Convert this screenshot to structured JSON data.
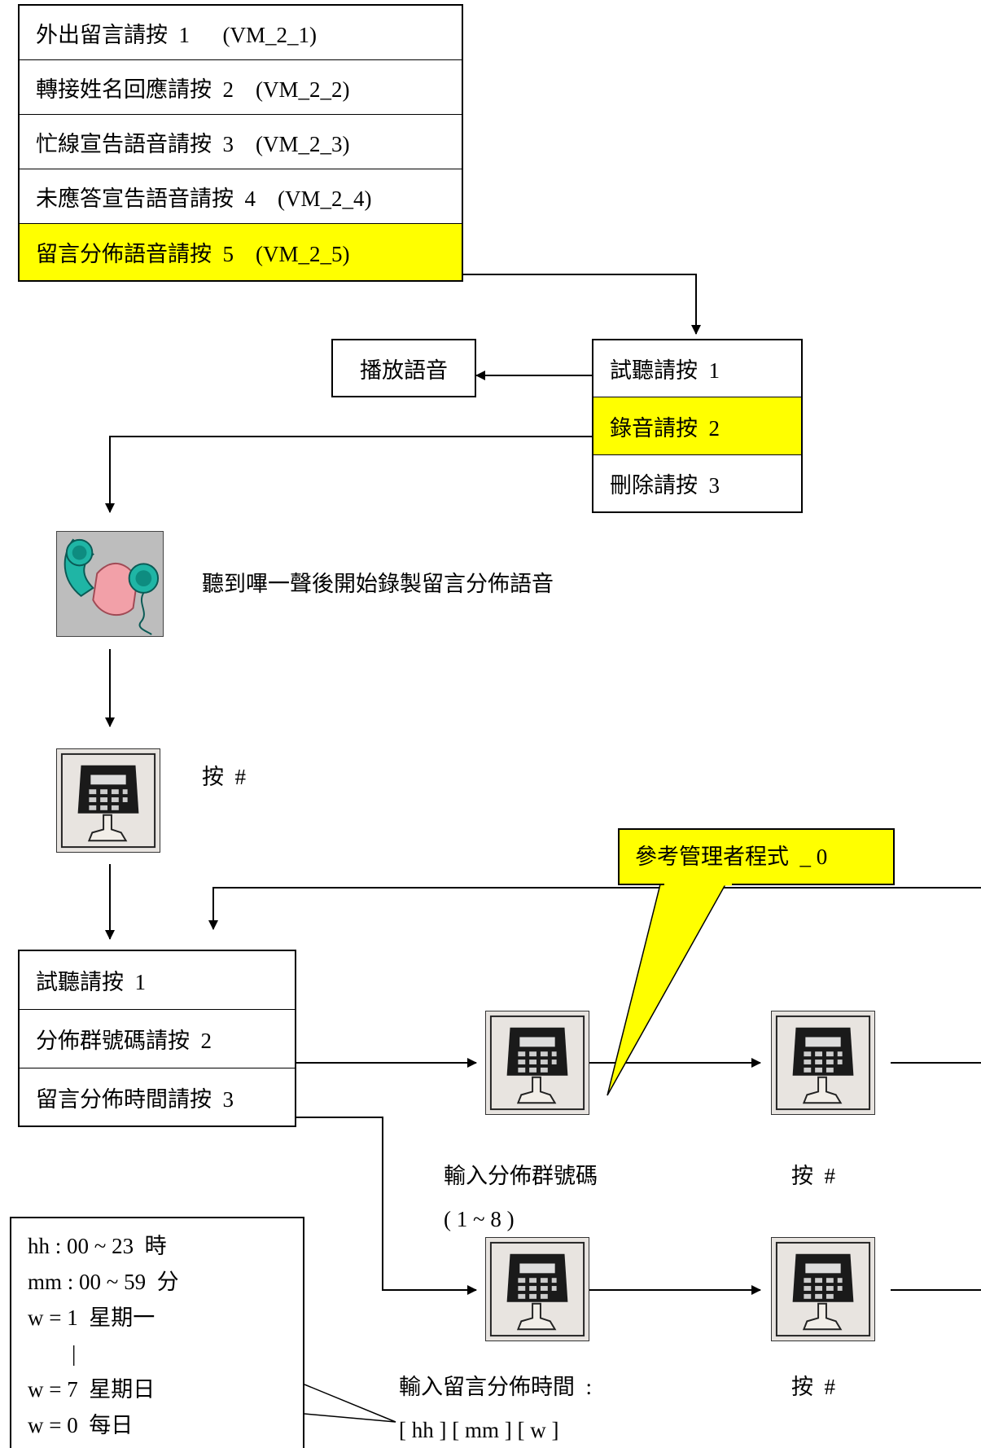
{
  "top_menu": [
    {
      "label": "外出留言請按  1      (VM_2_1)"
    },
    {
      "label": "轉接姓名回應請按  2    (VM_2_2)"
    },
    {
      "label": "忙線宣告語音請按  3    (VM_2_3)"
    },
    {
      "label": "未應答宣告語音請按  4    (VM_2_4)"
    },
    {
      "label": "留言分佈語音請按  5    (VM_2_5)",
      "highlighted": true
    }
  ],
  "play_box": {
    "label": "播放語音"
  },
  "sub_menu": [
    {
      "label": "試聽請按  1"
    },
    {
      "label": "錄音請按  2",
      "highlighted": true
    },
    {
      "label": "刪除請按  3"
    }
  ],
  "record_step": {
    "icon": "phone-handset-icon",
    "label": "聽到嗶一聲後開始錄製留言分佈語音"
  },
  "press_hash_step": {
    "icon": "keypad-icon",
    "label": "按  #"
  },
  "callout": {
    "label": "參考管理者程式  _ 0"
  },
  "lower_menu": [
    {
      "label": "試聽請按  1"
    },
    {
      "label": "分佈群號碼請按  2"
    },
    {
      "label": "留言分佈時間請按  3"
    }
  ],
  "group_branch": {
    "input_label": "輸入分佈群號碼",
    "range_label": "( 1 ~ 8 )",
    "hash_label": "按  #"
  },
  "time_branch": {
    "input_label": "輸入留言分佈時間  :",
    "format_label": "[ hh ] [ mm ] [ w ]",
    "hash_label": "按  #"
  },
  "time_legend": [
    "hh : 00 ~ 23  時",
    "mm : 00 ~ 59  分",
    "w = 1  星期一",
    "        |",
    "w = 7  星期日",
    "w = 0  每日"
  ],
  "colors": {
    "highlight": "#ffff00",
    "line": "#000000",
    "handset": "#1fb5a5",
    "hand": "#f2a0a8"
  }
}
